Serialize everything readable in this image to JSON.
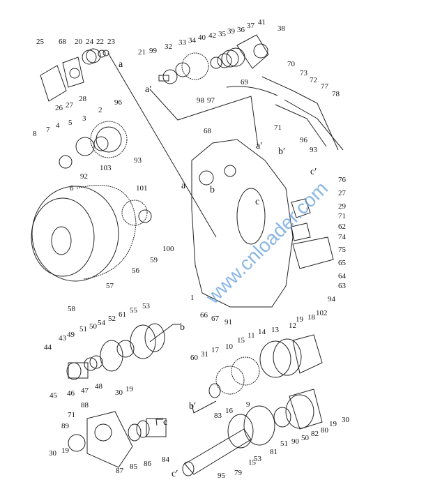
{
  "title": "Transmission housing exploded parts diagram",
  "watermark": "www.cnloader.com",
  "labels": [
    "25",
    "68",
    "20",
    "24",
    "22",
    "23",
    "a",
    "28",
    "26",
    "27",
    "21",
    "99",
    "32",
    "33",
    "34",
    "40",
    "42",
    "35",
    "39",
    "36",
    "37",
    "41",
    "38",
    "a′",
    "98",
    "97",
    "70",
    "73",
    "72",
    "77",
    "78",
    "69",
    "96",
    "2",
    "3",
    "5",
    "4",
    "7",
    "8",
    "93",
    "103",
    "92",
    "6",
    "68",
    "71",
    "a′",
    "b′",
    "96",
    "93",
    "c′",
    "76",
    "27",
    "29",
    "71",
    "62",
    "74",
    "75",
    "65",
    "64",
    "63",
    "94",
    "102",
    "a",
    "b",
    "c",
    "101",
    "100",
    "59",
    "56",
    "57",
    "58",
    "1",
    "66",
    "67",
    "91",
    "53",
    "55",
    "61",
    "52",
    "54",
    "50",
    "51",
    "49",
    "43",
    "44",
    "45",
    "46",
    "47",
    "48",
    "30",
    "19",
    "b",
    "19",
    "18",
    "12",
    "13",
    "14",
    "11",
    "15",
    "10",
    "17",
    "31",
    "60",
    "16",
    "9",
    "b′",
    "30",
    "19",
    "80",
    "82",
    "50",
    "90",
    "51",
    "81",
    "53",
    "15",
    "79",
    "95",
    "83",
    "88",
    "71",
    "89",
    "30",
    "19",
    "87",
    "85",
    "86",
    "84",
    "c",
    "c′"
  ]
}
